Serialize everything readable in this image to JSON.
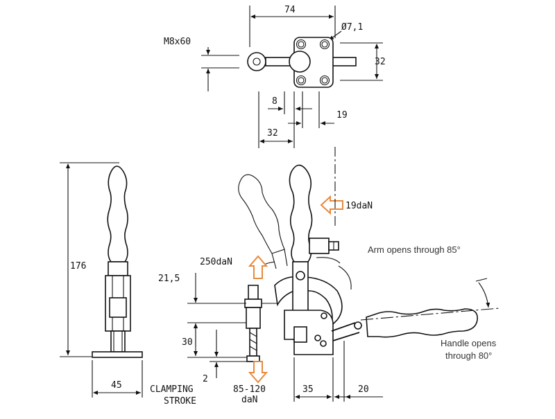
{
  "dimensions": {
    "top_width": "74",
    "hole_dia": "Ø7,1",
    "bolt": "M8x60",
    "plate_height": "32",
    "dim_8": "8",
    "dim_19": "19",
    "dim_32": "32",
    "dim_176": "176",
    "dim_21_5": "21,5",
    "dim_30": "30",
    "dim_2": "2",
    "dim_45": "45",
    "dim_35": "35",
    "dim_20": "20"
  },
  "labels": {
    "clamping_line1": "CLAMPING",
    "clamping_line2": "STROKE",
    "force_upper": "250daN",
    "force_lower_line1": "85-120",
    "force_lower_line2": "daN",
    "handle_force": "19daN",
    "arm_note": "Arm opens through 85°",
    "handle_note_line1": "Handle opens",
    "handle_note_line2": "through 80°"
  },
  "colors": {
    "line": "#111111",
    "force_arrow": "#e8893a"
  }
}
